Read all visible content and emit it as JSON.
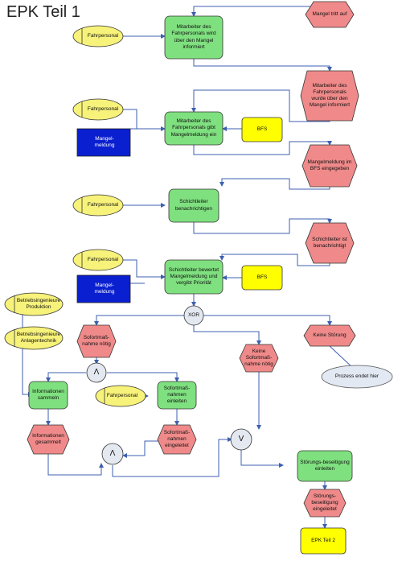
{
  "title": "EPK Teil 1",
  "colors": {
    "function": "#7fe07f",
    "event": "#f08a8a",
    "actor": "#f7f27a",
    "system": "#ffff00",
    "document": "#0a1fd0",
    "connector": "#e4e8f0",
    "note": "#e3e9f3",
    "line": "#3c5fb0"
  },
  "nodes": {
    "fahrpersonal_1": "Fahrpersonal",
    "func_informiert": "Mitarbeiter des Fahrpersonals wird über den Mangel informiert",
    "event_mangel_tritt_auf": "Mangel tritt auf",
    "event_informiert": "Mitarbeiter des Fahrpersonals wurde über den Mangel informiert",
    "fahrpersonal_2": "Fahrpersonal",
    "doc_mangelmeldung_1": "Mangel-meldung",
    "func_gibt_meldung": "Mitarbeiter des Fahrpersonals gibt Mangelmeldung ein",
    "bfs_1": "BFS",
    "event_meldung_eingegeben": "Mangelmeldung im BFS eingegeben",
    "fahrpersonal_3": "Fahrpersonal",
    "func_schichtleiter": "Schichtleiter benachrichtigen",
    "event_schichtleiter": "Schichtleiter ist benachrichtigt",
    "fahrpersonal_4": "Fahrpersonal",
    "doc_mangelmeldung_2": "Mangel-meldung",
    "func_bewertet": "Schichtleiter bewertet Mangelmeldung und vergibt Priorität",
    "bfs_2": "BFS",
    "xor": "XOR",
    "betrieb_produktion": "Betriebsingenieure Produktion",
    "betrieb_anlagentechnik": "Betriebsingenieure Anlagentechnik",
    "event_sofort_noetig": "Sofortmaß-nahme nötig",
    "event_keine_sofort": "Keine Sofortmaß-nahme nötig",
    "event_keine_stoerung": "Keine Störung",
    "note_prozess_endet": "Prozess endet hier",
    "and_1": "Λ",
    "func_info_sammeln": "Informationen sammeln",
    "fahrpersonal_5": "Fahrpersonal",
    "func_sofort_einleiten": "Sofortmaß-nahmen einleiten",
    "event_info_gesammelt": "Informationen gesammelt",
    "and_2": "Λ",
    "event_sofort_eingeleitet": "Sofortmaß-nahmen eingeleitet",
    "or_1": "V",
    "func_stoerung_einleiten": "Störungs-beseitigung einleiten",
    "event_stoerung_eingeleitet": "Störungs-beseitigung eingeleitet",
    "epk_teil_2": "EPK Teil 2"
  }
}
